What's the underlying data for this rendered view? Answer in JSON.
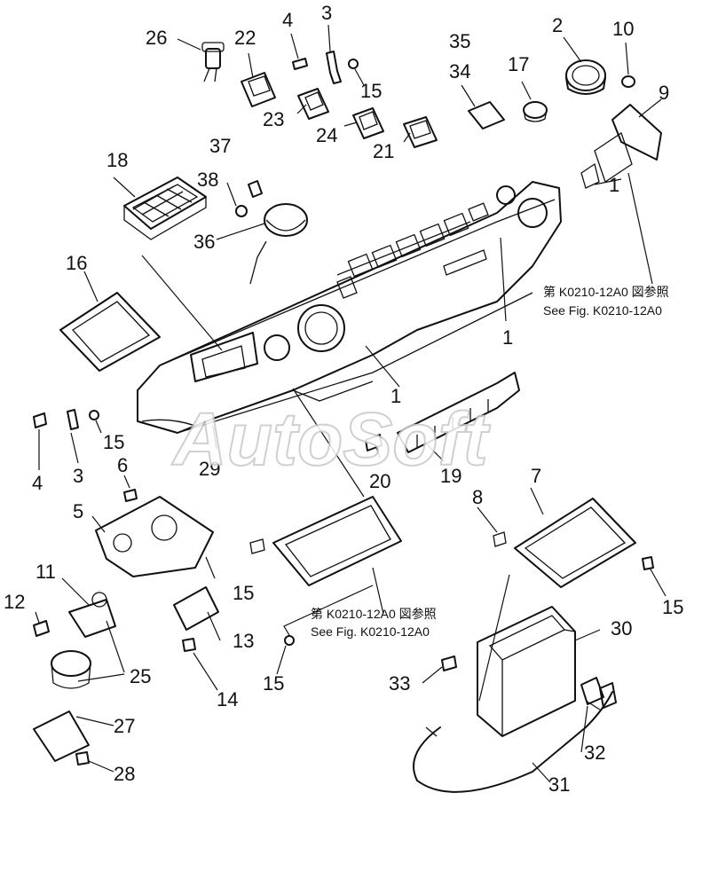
{
  "watermark": "AutoSoft",
  "references": [
    {
      "jp": "第 K0210-12A0 図参照",
      "en": "See Fig. K0210-12A0"
    },
    {
      "jp": "第 K0210-12A0 図参照",
      "en": "See Fig. K0210-12A0"
    }
  ],
  "part_numbers": [
    "1",
    "1",
    "1",
    "2",
    "3",
    "3",
    "4",
    "4",
    "5",
    "6",
    "7",
    "8",
    "9",
    "10",
    "11",
    "12",
    "13",
    "14",
    "15",
    "15",
    "15",
    "15",
    "15",
    "16",
    "17",
    "18",
    "19",
    "20",
    "21",
    "22",
    "23",
    "24",
    "25",
    "26",
    "27",
    "28",
    "29",
    "30",
    "31",
    "32",
    "33",
    "34",
    "35",
    "36",
    "37",
    "38"
  ]
}
